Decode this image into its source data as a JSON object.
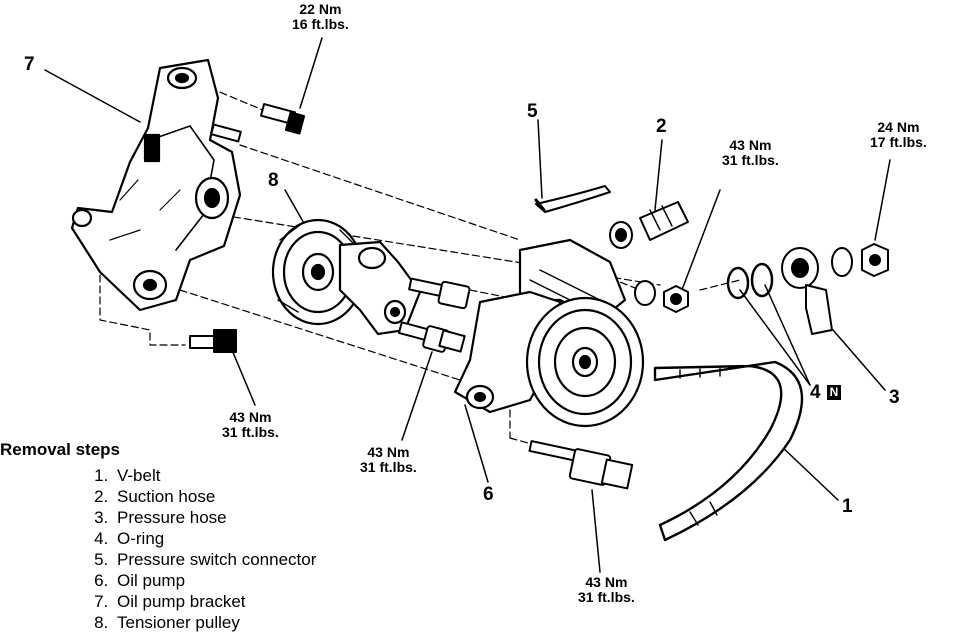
{
  "torque": {
    "t1": {
      "nm": "22 Nm",
      "ft": "16 ft.lbs."
    },
    "t2": {
      "nm": "43 Nm",
      "ft": "31 ft.lbs."
    },
    "t3": {
      "nm": "24 Nm",
      "ft": "17 ft.lbs."
    },
    "t4": {
      "nm": "43 Nm",
      "ft": "31 ft.lbs."
    },
    "t5": {
      "nm": "43 Nm",
      "ft": "31 ft.lbs."
    },
    "t6": {
      "nm": "43 Nm",
      "ft": "31 ft.lbs."
    }
  },
  "callouts": {
    "c1": "1",
    "c2": "2",
    "c3": "3",
    "c4": "4",
    "c4_badge": "N",
    "c5": "5",
    "c6": "6",
    "c7": "7",
    "c8": "8"
  },
  "removal": {
    "title": "Removal steps",
    "steps": [
      "V-belt",
      "Suction hose",
      "Pressure hose",
      "O-ring",
      "Pressure switch connector",
      "Oil pump",
      "Oil pump bracket",
      "Tensioner pulley"
    ]
  }
}
